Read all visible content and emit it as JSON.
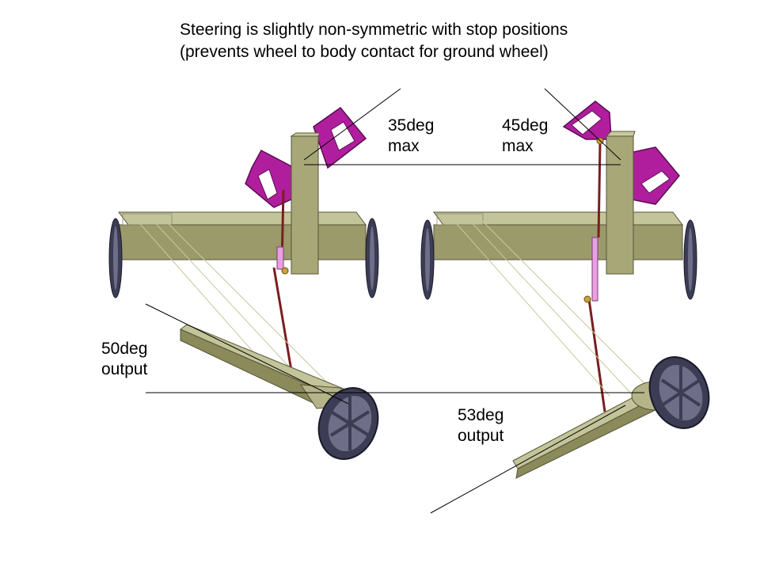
{
  "title": {
    "line1": "Steering is slightly non-symmetric with stop positions",
    "line2": "(prevents wheel to body contact for ground wheel)"
  },
  "labels": {
    "left_max": "35deg\nmax",
    "right_max": "45deg\nmax",
    "left_output": "50deg\noutput",
    "right_output": "53deg\noutput"
  },
  "colors": {
    "body": "#9a9a6a",
    "body_dark": "#6d6d44",
    "handle": "#b01e9e",
    "wheel": "#3c3c54",
    "rod": "#7a1e1e",
    "pink": "#e8a0e0"
  }
}
